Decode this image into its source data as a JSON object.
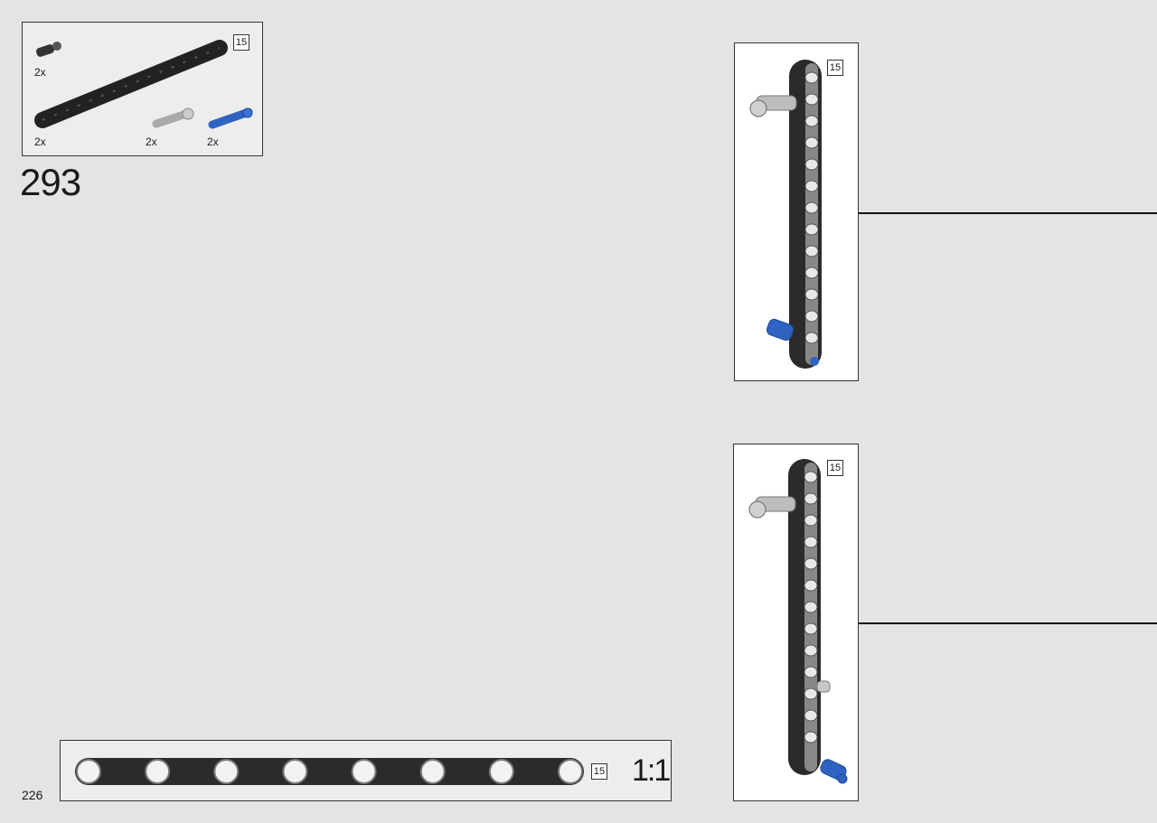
{
  "page": {
    "number": "226"
  },
  "step": {
    "number": "293"
  },
  "parts_list": {
    "items": [
      {
        "name": "black-pin",
        "qty": "2x"
      },
      {
        "name": "black-beam-15",
        "qty": "2x",
        "length": "15"
      },
      {
        "name": "gray-pin",
        "qty": "2x"
      },
      {
        "name": "blue-pin",
        "qty": "2x"
      }
    ]
  },
  "callouts": [
    {
      "length": "15"
    },
    {
      "length": "15"
    }
  ],
  "scale_ruler": {
    "length": "15",
    "scale": "1:1",
    "holes": 8
  },
  "colors": {
    "beam": "#2b2b2b",
    "pin_gray": "#b9b9b9",
    "pin_blue": "#2f63c2",
    "pin_black": "#333333"
  }
}
